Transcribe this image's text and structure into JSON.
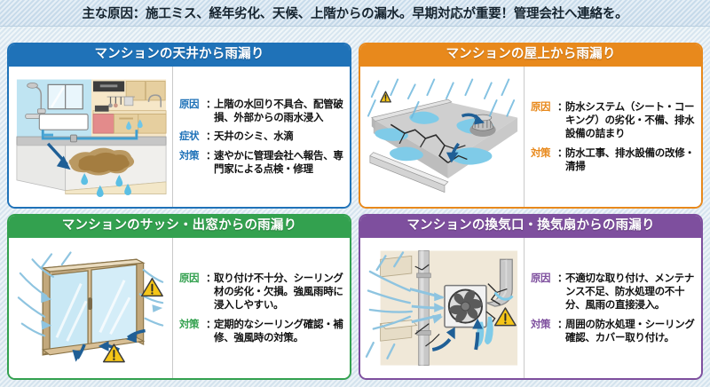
{
  "banner": {
    "text": "主な原因：施工ミス、経年劣化、天候、上階からの漏水。早期対応が重要！管理会社へ連絡を。"
  },
  "labels": {
    "cause": "原因",
    "symptom": "症状",
    "measure": "対策",
    "colon": "："
  },
  "panels": [
    {
      "id": "ceiling",
      "title": "マンションの天井から雨漏り",
      "accent": "#1f72b8",
      "illustration": "ceiling-leak-illustration",
      "rows": [
        {
          "label": "原因",
          "text": "上階の水回り不具合、配管破損、外部からの雨水浸入"
        },
        {
          "label": "症状",
          "text": "天井のシミ、水滴"
        },
        {
          "label": "対策",
          "text": "速やかに管理会社へ報告、専門家による点検・修理"
        }
      ]
    },
    {
      "id": "rooftop",
      "title": "マンションの屋上から雨漏り",
      "accent": "#e8891c",
      "illustration": "rooftop-leak-illustration",
      "rows": [
        {
          "label": "原因",
          "text": "防水システム（シート・コーキング）の劣化・不備、排水設備の詰まり"
        },
        {
          "label": "対策",
          "text": "防水工事、排水設備の改修・清掃"
        }
      ]
    },
    {
      "id": "window",
      "title": "マンションのサッシ・出窓からの雨漏り",
      "accent": "#33a14f",
      "illustration": "window-leak-illustration",
      "rows": [
        {
          "label": "原因",
          "text": "取り付け不十分、シーリング材の劣化・欠損。強風雨時に浸入しやすい。"
        },
        {
          "label": "対策",
          "text": "定期的なシーリング確認・補修、強風時の対策。"
        }
      ]
    },
    {
      "id": "vent",
      "title": "マンションの換気口・換気扇からの雨漏り",
      "accent": "#7e4f9e",
      "illustration": "vent-leak-illustration",
      "rows": [
        {
          "label": "原因",
          "text": "不適切な取り付け、メンテナンス不足、防水処理の不十分、風雨の直接浸入。"
        },
        {
          "label": "対策",
          "text": "周囲の防水処理・シーリング確認、カバー取り付け。"
        }
      ]
    }
  ]
}
